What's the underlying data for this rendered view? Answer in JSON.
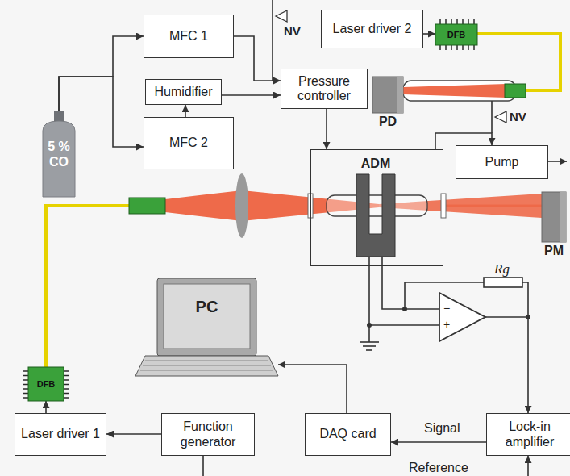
{
  "diagram": {
    "nodes": [
      {
        "text": [
          "5 % CO"
        ]
      },
      {
        "text": [
          "MFC 1"
        ]
      },
      {
        "text": [
          "Humidifier"
        ]
      },
      {
        "text": [
          "MFC 2"
        ]
      },
      {
        "text": [
          "Pressure controller"
        ]
      },
      {
        "text": [
          "Laser driver 2"
        ]
      },
      {
        "text": [
          "DFB"
        ]
      },
      {
        "text": [
          "PD"
        ]
      },
      {
        "text": [
          "Pump"
        ]
      },
      {
        "text": [
          "ADM"
        ]
      },
      {
        "text": [
          "PM"
        ]
      },
      {
        "text": [
          "DFB"
        ]
      },
      {
        "text": [
          "PC"
        ]
      },
      {
        "text": [
          "Laser driver 1"
        ]
      },
      {
        "text": [
          "Function generator"
        ]
      },
      {
        "text": [
          "DAQ card"
        ]
      },
      {
        "text": [
          "Lock-in amplifier"
        ]
      }
    ],
    "edges": [
      {
        "from": 0,
        "to": 1,
        "arrow": "to"
      },
      {
        "from": 0,
        "to": 3,
        "arrow": "to"
      },
      {
        "from": 1,
        "to": 4,
        "arrow": "to"
      },
      {
        "from": 3,
        "to": 2,
        "arrow": "to"
      },
      {
        "from": 2,
        "to": 4,
        "arrow": "to"
      },
      {
        "from": 4,
        "to": 9,
        "arrow": "to"
      },
      {
        "from": 9,
        "to": 8,
        "arrow": "to"
      },
      {
        "from": 5,
        "to": 6,
        "arrow": "to"
      },
      {
        "from": 6,
        "to": 7,
        "arrow": "none"
      },
      {
        "from": 11,
        "to": 9,
        "arrow": "none"
      },
      {
        "from": 9,
        "to": 10,
        "arrow": "none"
      },
      {
        "from": 9,
        "to": 16,
        "arrow": "to"
      },
      {
        "from": 13,
        "to": 11,
        "arrow": "to"
      },
      {
        "from": 14,
        "to": 13,
        "arrow": "to"
      },
      {
        "from": 14,
        "to": 16,
        "label": "Reference",
        "arrow": "to"
      },
      {
        "from": 16,
        "to": 15,
        "label": "Signal",
        "arrow": "to"
      },
      {
        "from": 15,
        "to": 12,
        "arrow": "to"
      }
    ],
    "labels": [
      "NV",
      "NV",
      "Rg",
      "−",
      "+"
    ]
  }
}
